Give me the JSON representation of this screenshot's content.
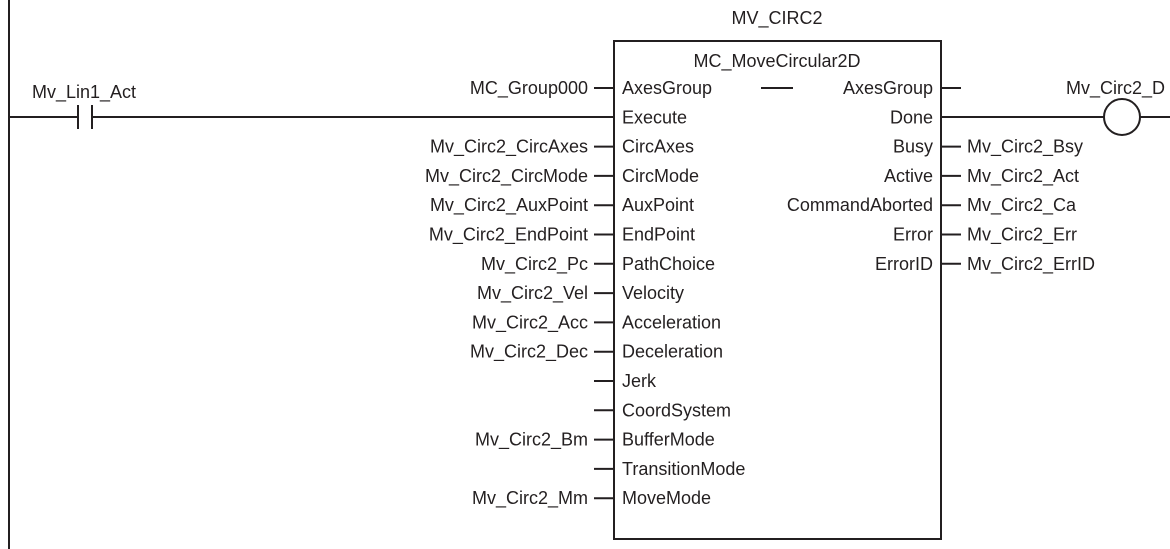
{
  "rung": {
    "contact_label": "Mv_Lin1_Act",
    "coil_label": "Mv_Circ2_D"
  },
  "function_block": {
    "instance_name": "MV_CIRC2",
    "type_name": "MC_MoveCircular2D",
    "inputs": [
      {
        "pin": "AxesGroup",
        "variable": "MC_Group000"
      },
      {
        "pin": "Execute",
        "variable": ""
      },
      {
        "pin": "CircAxes",
        "variable": "Mv_Circ2_CircAxes"
      },
      {
        "pin": "CircMode",
        "variable": "Mv_Circ2_CircMode"
      },
      {
        "pin": "AuxPoint",
        "variable": "Mv_Circ2_AuxPoint"
      },
      {
        "pin": "EndPoint",
        "variable": "Mv_Circ2_EndPoint"
      },
      {
        "pin": "PathChoice",
        "variable": "Mv_Circ2_Pc"
      },
      {
        "pin": "Velocity",
        "variable": "Mv_Circ2_Vel"
      },
      {
        "pin": "Acceleration",
        "variable": "Mv_Circ2_Acc"
      },
      {
        "pin": "Deceleration",
        "variable": "Mv_Circ2_Dec"
      },
      {
        "pin": "Jerk",
        "variable": ""
      },
      {
        "pin": "CoordSystem",
        "variable": ""
      },
      {
        "pin": "BufferMode",
        "variable": "Mv_Circ2_Bm"
      },
      {
        "pin": "TransitionMode",
        "variable": ""
      },
      {
        "pin": "MoveMode",
        "variable": "Mv_Circ2_Mm"
      }
    ],
    "outputs": [
      {
        "pin": "AxesGroup",
        "variable": ""
      },
      {
        "pin": "Done",
        "variable": ""
      },
      {
        "pin": "Busy",
        "variable": "Mv_Circ2_Bsy"
      },
      {
        "pin": "Active",
        "variable": "Mv_Circ2_Act"
      },
      {
        "pin": "CommandAborted",
        "variable": "Mv_Circ2_Ca"
      },
      {
        "pin": "Error",
        "variable": "Mv_Circ2_Err"
      },
      {
        "pin": "ErrorID",
        "variable": "Mv_Circ2_ErrID"
      }
    ]
  }
}
